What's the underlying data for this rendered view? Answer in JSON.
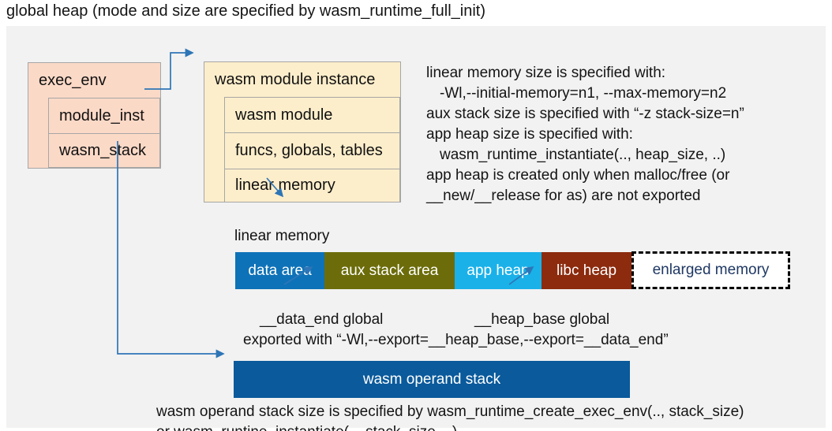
{
  "title": "global heap (mode and size are specified by wasm_runtime_full_init)",
  "exec_env": {
    "title": "exec_env",
    "rows": [
      {
        "label": "module_inst"
      },
      {
        "label": "wasm_stack"
      }
    ]
  },
  "module_instance": {
    "title": "wasm module instance",
    "rows": [
      {
        "label": "wasm module"
      },
      {
        "label": "funcs, globals, tables"
      },
      {
        "label": "linear memory"
      }
    ]
  },
  "notes": {
    "lines": [
      "linear memory size is specified with:",
      "-Wl,--initial-memory=n1, --max-memory=n2",
      "aux stack size is specified with “-z stack-size=n”",
      "app heap size is specified with:",
      "wasm_runtime_instantiate(.., heap_size, ..)",
      "app heap is created only when malloc/free (or",
      "__new/__release for as) are not exported"
    ]
  },
  "linear_memory": {
    "label": "linear memory",
    "segments": [
      {
        "label": "data area",
        "color": "#0e72b8"
      },
      {
        "label": "aux stack area",
        "color": "#6c6d0a"
      },
      {
        "label": "app heap",
        "color": "#1ab1e9"
      },
      {
        "label": "libc heap",
        "color": "#8c2b0e"
      }
    ],
    "enlarged": {
      "label": "enlarged memory",
      "text_color": "#1f3864"
    }
  },
  "annotations": {
    "data_end": "__data_end global",
    "heap_base": "__heap_base global",
    "exported": "exported with “-Wl,--export=__heap_base,--export=__data_end”"
  },
  "operand_stack": {
    "label": "wasm operand stack",
    "color": "#0a5a9c"
  },
  "footer": {
    "lines": [
      "wasm operand stack size is specified by wasm_runtime_create_exec_env(.., stack_size)",
      "or wasm_runtine_instantiate(.., stack_size, ..)"
    ]
  },
  "colors": {
    "panel_background": "#f2f2f2",
    "exec_env_fill": "#fbd9c7",
    "module_instance_fill": "#fdeecb",
    "box_border": "#a6a6a6",
    "arrow": "#2e75b6",
    "enlarged_text": "#1f3864"
  }
}
